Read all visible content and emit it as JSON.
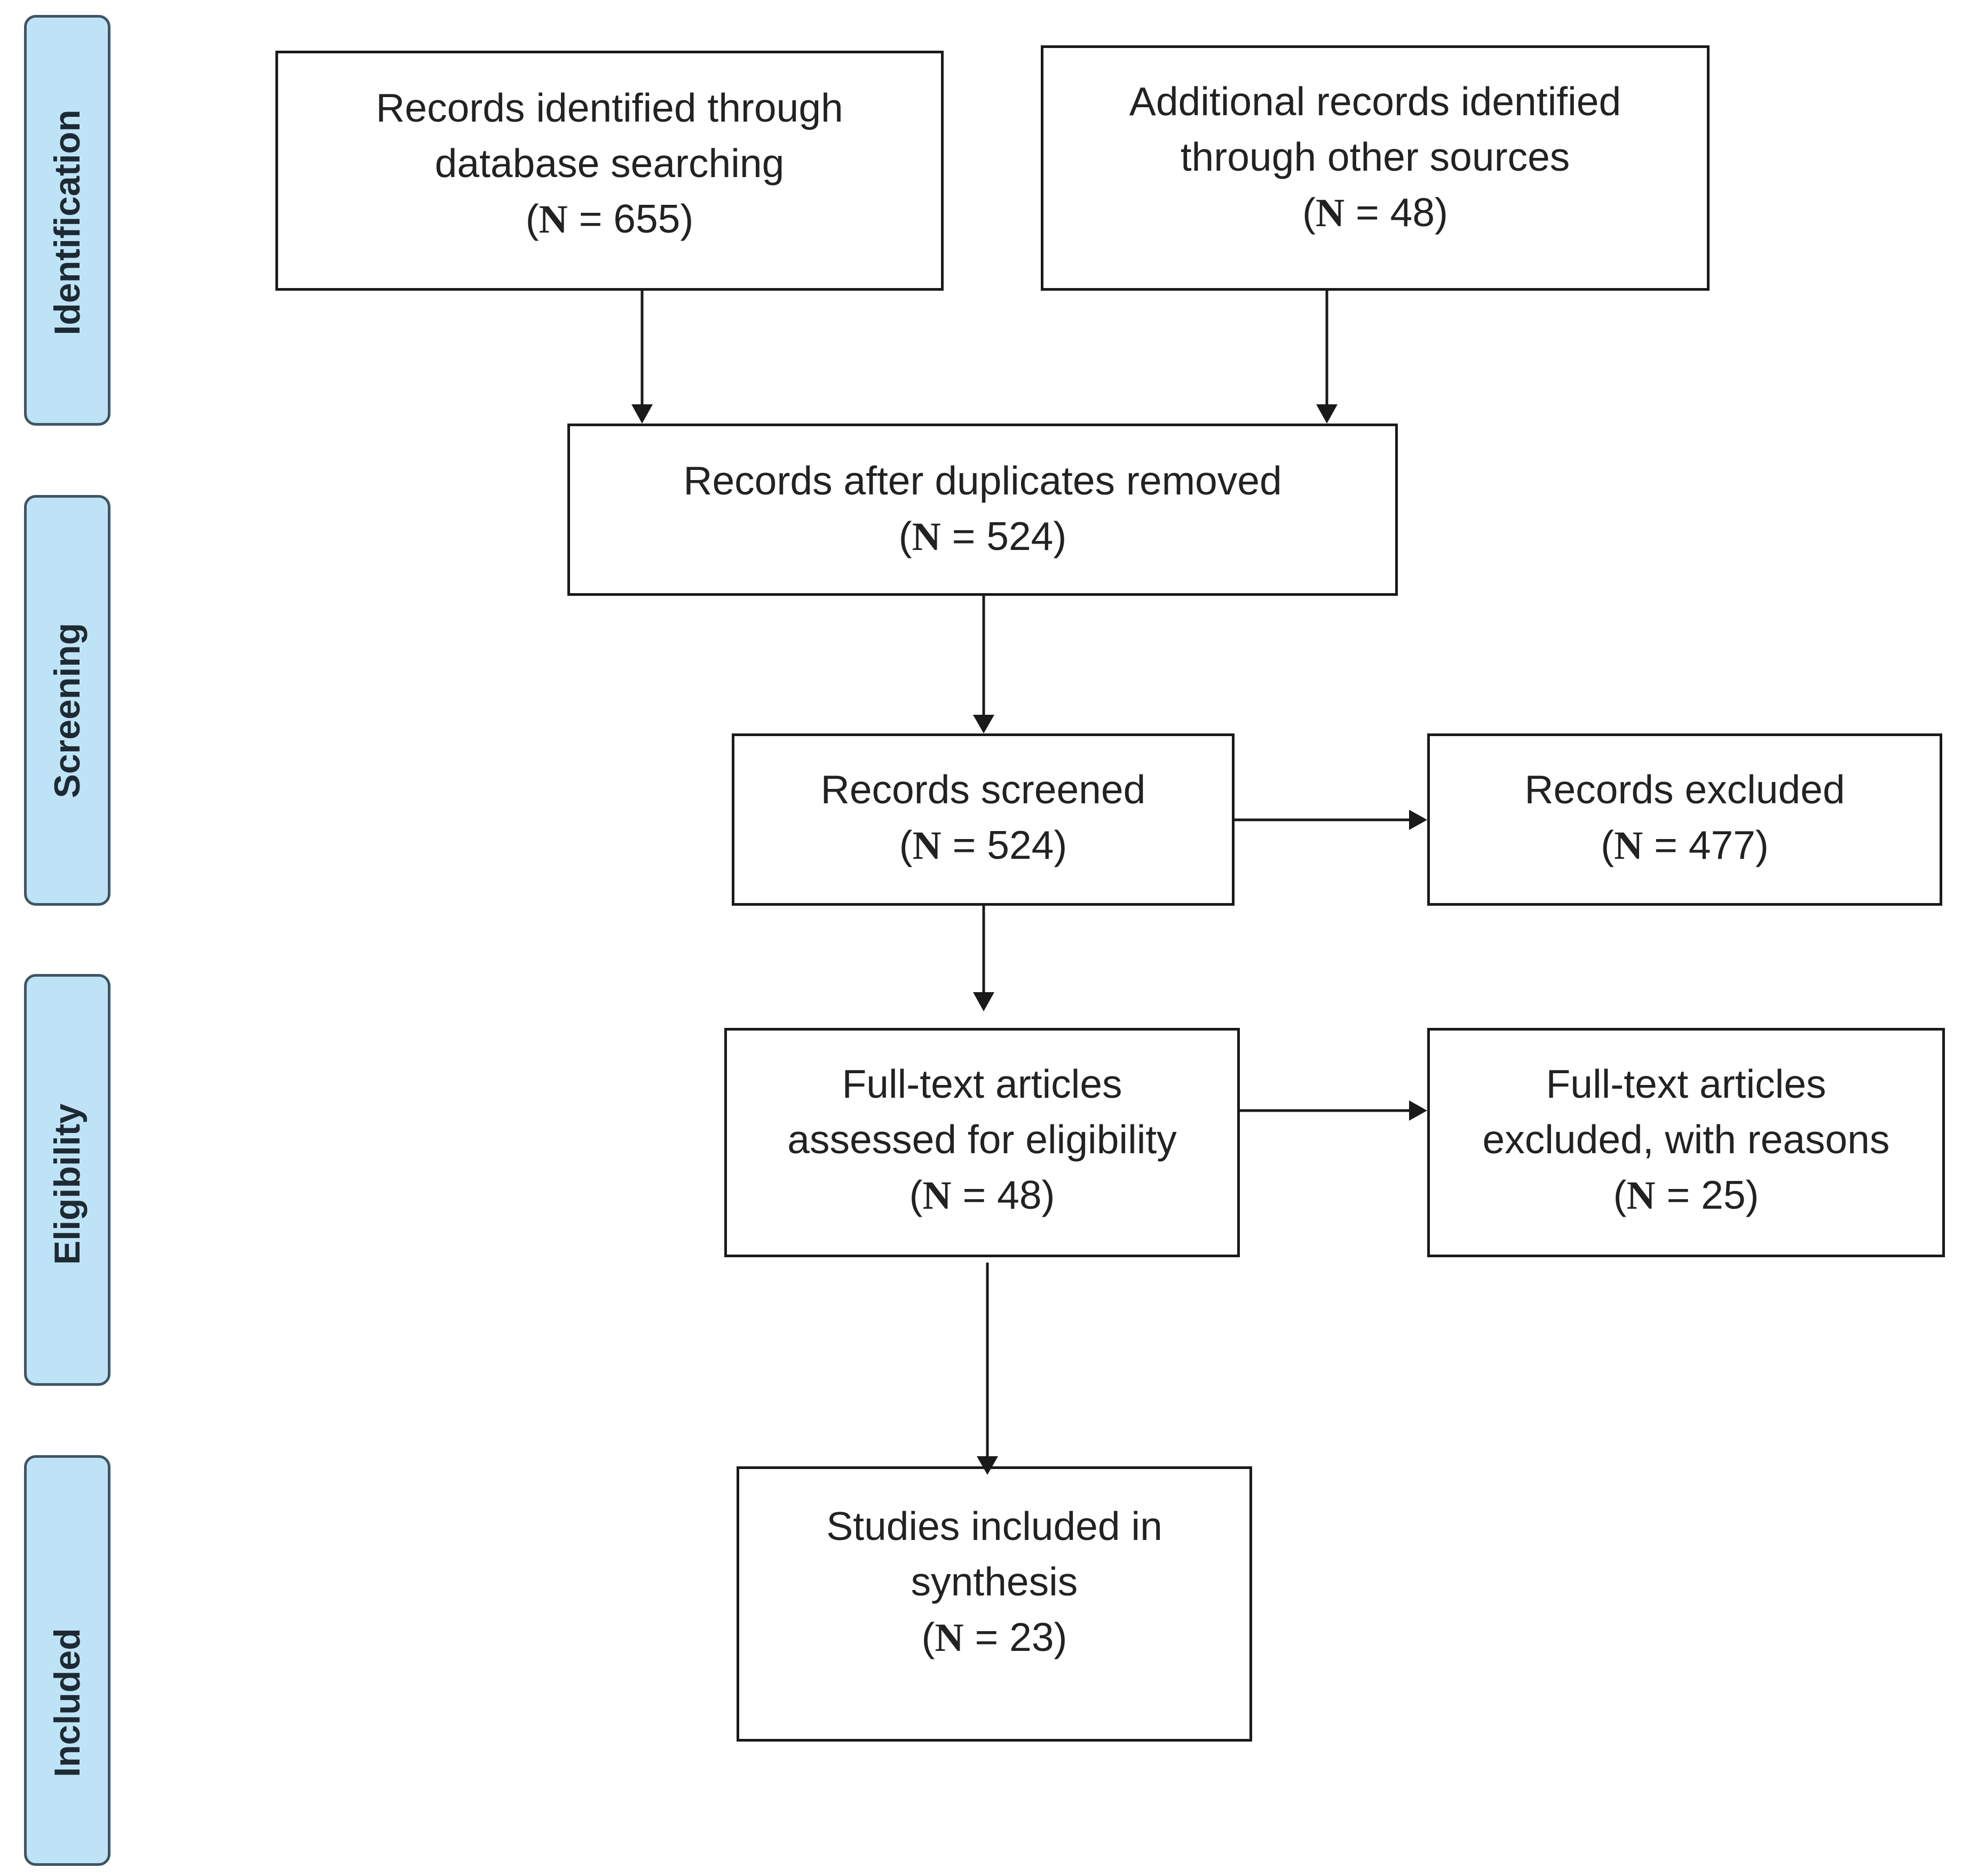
{
  "phases": {
    "identification": "Identification",
    "screening": "Screening",
    "eligibility": "Eligibility",
    "included": "Included"
  },
  "boxes": {
    "database_search": {
      "lines": [
        "Records identified through",
        "database searching"
      ],
      "n_label": "N",
      "n_value": "= 655"
    },
    "other_sources": {
      "lines": [
        "Additional records identified",
        "through other sources"
      ],
      "n_label": "N",
      "n_value": "= 48"
    },
    "after_duplicates": {
      "lines": [
        "Records after duplicates removed"
      ],
      "n_label": "N",
      "n_value": "= 524"
    },
    "screened": {
      "lines": [
        "Records screened"
      ],
      "n_label": "N",
      "n_value": "= 524"
    },
    "excluded": {
      "lines": [
        "Records excluded"
      ],
      "n_label": "N",
      "n_value": "= 477"
    },
    "full_text_assessed": {
      "lines": [
        "Full-text articles",
        "assessed for eligibility"
      ],
      "n_label": "N",
      "n_value": "= 48"
    },
    "full_text_excluded": {
      "lines": [
        "Full-text articles",
        "excluded, with reasons"
      ],
      "n_label": "N",
      "n_value": "= 25"
    },
    "included": {
      "lines": [
        "Studies included in",
        "synthesis"
      ],
      "n_label": "N",
      "n_value": "= 23"
    }
  },
  "colors": {
    "phase_fill": "#bfe3f6",
    "phase_border": "#3f5566",
    "box_border": "#1a1a1a",
    "arrow": "#1a1a1a"
  }
}
